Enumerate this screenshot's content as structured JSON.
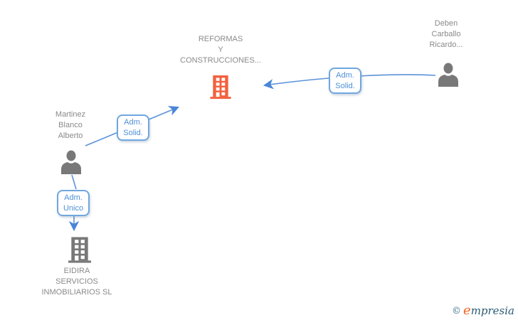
{
  "diagram": {
    "nodes": {
      "reformas": {
        "label": "REFORMAS\nY\nCONSTRUCCIONES...",
        "type": "company",
        "icon": "building-icon"
      },
      "deben": {
        "label": "Deben\nCarballo\nRicardo...",
        "type": "person",
        "icon": "person-icon"
      },
      "martinez": {
        "label": "Martinez\nBlanco\nAlberto",
        "type": "person",
        "icon": "person-icon"
      },
      "eidira": {
        "label": "EIDIRA\nSERVICIOS\nINMOBILIARIOS SL",
        "type": "company",
        "icon": "building-icon"
      }
    },
    "edges": [
      {
        "from": "deben",
        "to": "reformas",
        "label": "Adm.\nSolid."
      },
      {
        "from": "martinez",
        "to": "reformas",
        "label": "Adm.\nSolid."
      },
      {
        "from": "martinez",
        "to": "eidira",
        "label": "Adm.\nUnico"
      }
    ]
  },
  "colors": {
    "company_icon_orange": "#f2603e",
    "node_icon_gray": "#787878",
    "node_label_gray": "#8a8a8a",
    "edge_line_blue": "#5b93d8",
    "edge_box_border_blue": "#70a7e0",
    "edge_box_text_blue": "#4d8fd6",
    "background": "#ffffff",
    "logo_teal": "#2b5a73",
    "logo_orange": "#f26522"
  },
  "footer": {
    "copyright_symbol": "©",
    "brand_initial": "e",
    "brand_rest": "mpresia"
  }
}
